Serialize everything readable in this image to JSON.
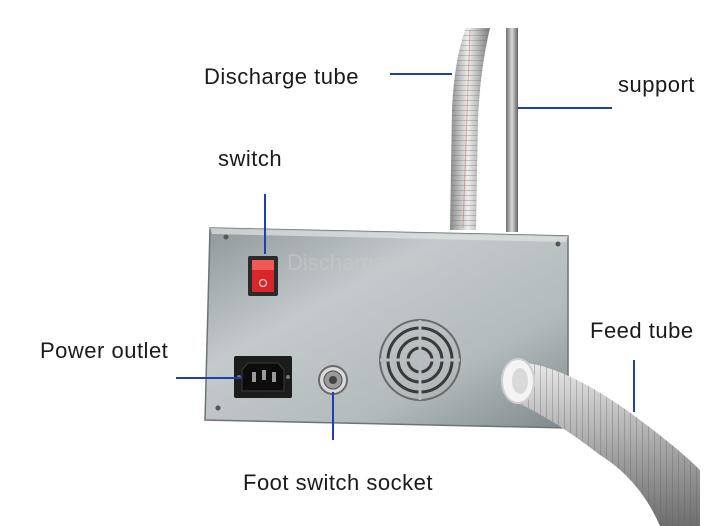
{
  "labels": {
    "discharge_tube": "Discharge tube",
    "support": "support",
    "switch": "switch",
    "power_outlet": "Power outlet",
    "feed_tube": "Feed tube",
    "foot_switch_socket": "Foot switch socket"
  },
  "watermark": "Discharge tube",
  "colors": {
    "leader_line": "#1f3fb0",
    "switch_red": "#d8262a",
    "housing": "#b7bfc0"
  }
}
